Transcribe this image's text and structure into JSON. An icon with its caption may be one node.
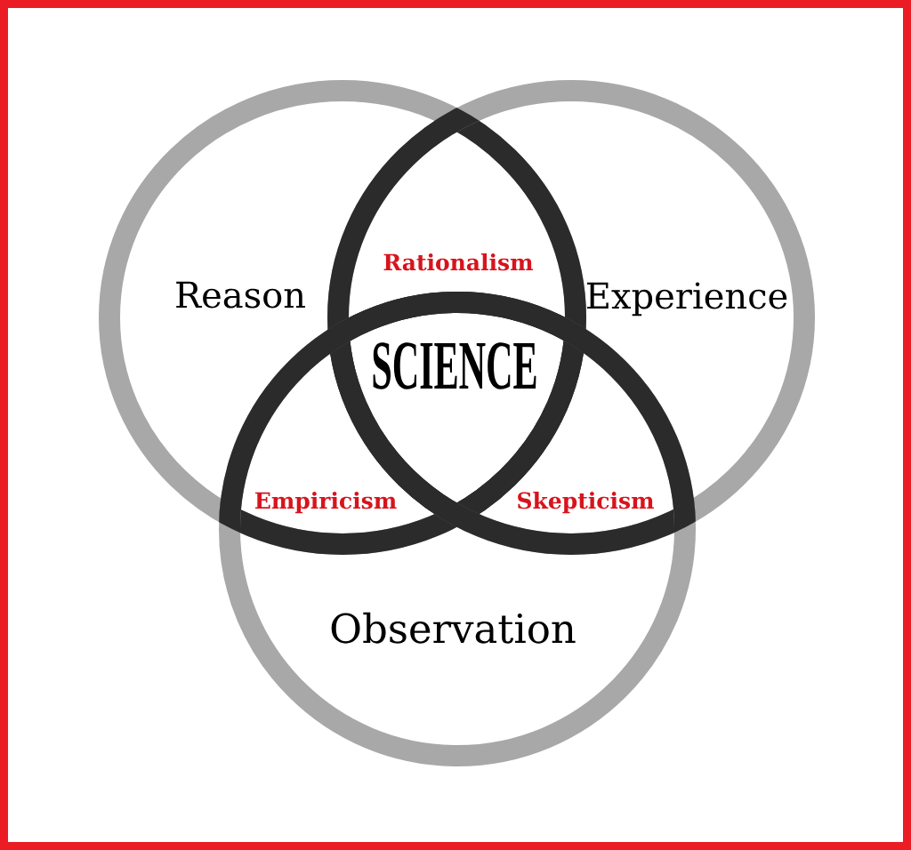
{
  "diagram": {
    "nodes": [
      {
        "text": [
          "Reason"
        ]
      },
      {
        "text": [
          "Experience"
        ]
      },
      {
        "text": [
          "Observation"
        ]
      }
    ],
    "labels": [
      "Rationalism",
      "SCIENCE",
      "Empiricism",
      "Skepticism"
    ]
  }
}
